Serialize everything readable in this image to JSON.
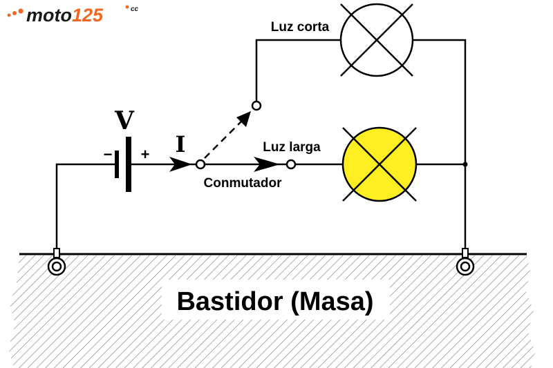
{
  "logo": {
    "brand_text": "moto",
    "brand_number": "125",
    "brand_suffix": "cc",
    "accent_color": "#f26722",
    "text_color": "#1a1a1a"
  },
  "labels": {
    "voltage": "V",
    "current": "I",
    "minus_sign": "−",
    "plus_sign": "+",
    "switch": "Conmutador",
    "low_beam": "Luz corta",
    "high_beam": "Luz larga",
    "ground": "Bastidor (Masa)"
  },
  "colors": {
    "line": "#000000",
    "lamp_low_fill": "#ffffff",
    "lamp_high_fill": "#ffee22",
    "hatch": "#777777"
  },
  "icons": {
    "battery": "battery-symbol",
    "lamp": "lamp-symbol",
    "ground_terminal": "ground-terminal-icon",
    "switch": "switch-symbol"
  }
}
